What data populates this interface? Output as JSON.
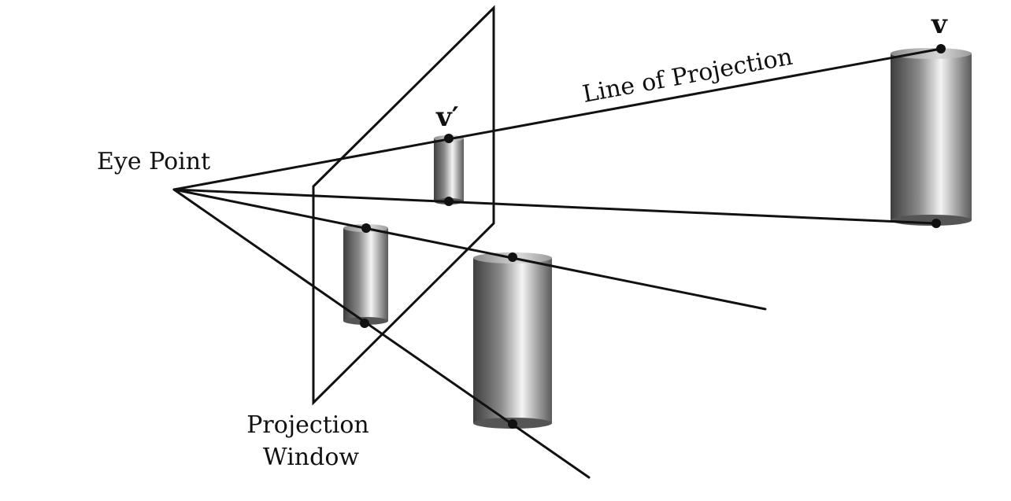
{
  "labels": {
    "eye_point": "Eye Point",
    "line_of_projection": "Line of Projection",
    "projection_window_line1": "Projection",
    "projection_window_line2": "Window",
    "vertex": "v",
    "projected_vertex": "v′"
  },
  "colors": {
    "line": "#111111",
    "cylinder_dark": "#4a4a4a",
    "cylinder_light": "#f2f2f2",
    "background": "#ffffff"
  }
}
